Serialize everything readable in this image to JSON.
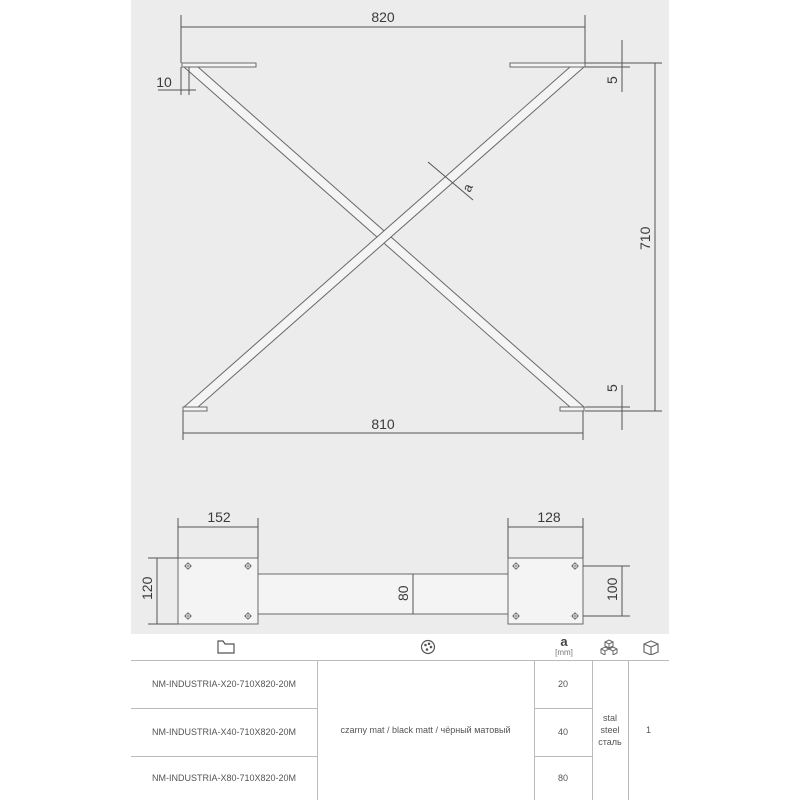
{
  "top_view": {
    "dim_width_top": "820",
    "dim_width_bottom": "810",
    "dim_height": "710",
    "dim_plate_top": "5",
    "dim_plate_bottom": "5",
    "dim_offset": "10",
    "dim_profile": "a"
  },
  "bottom_view": {
    "dim_left_plate": "152",
    "dim_right_plate": "128",
    "dim_left_height": "120",
    "dim_center_height": "80",
    "dim_right_height": "100"
  },
  "table": {
    "headers": {
      "folder_icon": "folder-icon",
      "color_icon": "palette-icon",
      "profile_letter": "a",
      "profile_unit": "[mm]",
      "material_icon": "cubes-icon",
      "package_icon": "box-icon"
    },
    "rows": [
      {
        "code": "NM-INDUSTRIA-X20-710X820-20M",
        "size": "20"
      },
      {
        "code": "NM-INDUSTRIA-X40-710X820-20M",
        "size": "40"
      },
      {
        "code": "NM-INDUSTRIA-X80-710X820-20M",
        "size": "80"
      }
    ],
    "color_text": "czarny mat / black matt / чёрный матовый",
    "material_lines": [
      "stal",
      "steel",
      "сталь"
    ],
    "quantity": "1"
  }
}
